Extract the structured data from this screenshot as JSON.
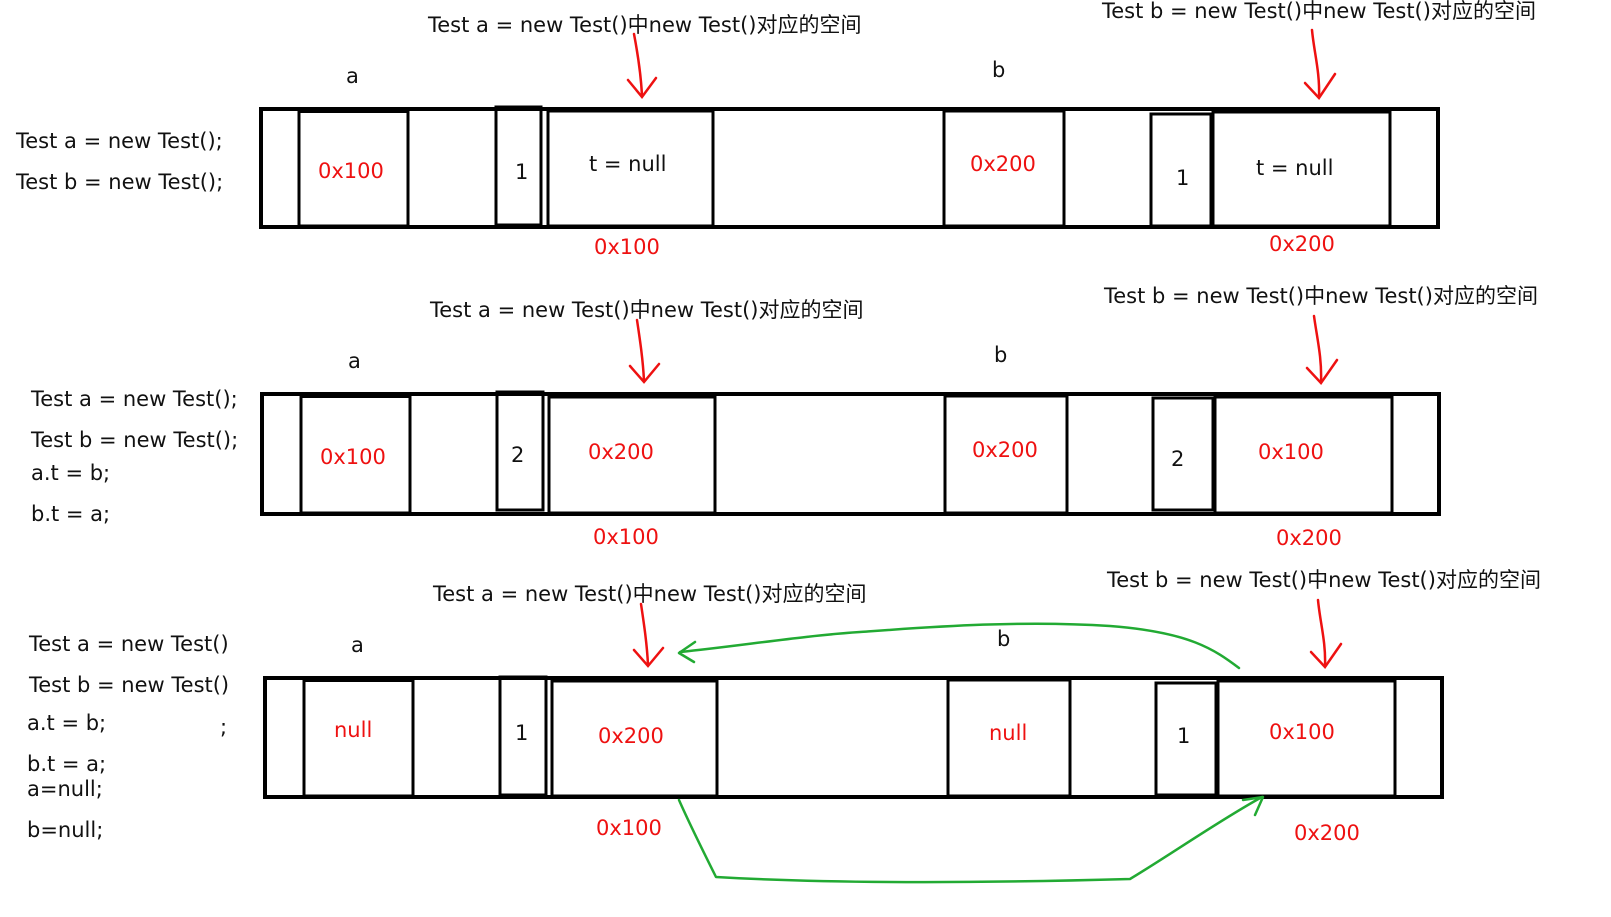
{
  "colors": {
    "annotation": "#ee1111",
    "cycle_arrow": "#22aa33",
    "outline": "#000000"
  },
  "panels": [
    {
      "code": [
        "Test a = new Test();",
        "Test b = new Test();"
      ],
      "header_a": "Test a = new Test()中new Test()对应的空间",
      "header_b": "Test b = new Test()中new Test()对应的空间",
      "var_a_label": "a",
      "var_b_label": "b",
      "stack_a": "0x100",
      "stack_b": "0x200",
      "count_a": "1",
      "field_a": "t = null",
      "count_b": "1",
      "field_b": "t = null",
      "addr_a": "0x100",
      "addr_b": "0x200"
    },
    {
      "code": [
        "Test a = new Test();",
        "Test b = new Test();",
        "a.t = b;",
        "b.t = a;"
      ],
      "header_a": "Test a = new Test()中new Test()对应的空间",
      "header_b": "Test b = new Test()中new Test()对应的空间",
      "var_a_label": "a",
      "var_b_label": "b",
      "stack_a": "0x100",
      "stack_b": "0x200",
      "count_a": "2",
      "field_a": "0x200",
      "count_b": "2",
      "field_b": "0x100",
      "addr_a": "0x100",
      "addr_b": "0x200"
    },
    {
      "code": [
        "Test a = new Test()",
        "Test b = new Test()",
        "a.t = b;",
        "b.t = a;",
        "a=null;",
        "b=null;"
      ],
      "stray_semicolon": ";",
      "header_a": "Test a = new Test()中new Test()对应的空间",
      "header_b": "Test b = new Test()中new Test()对应的空间",
      "var_a_label": "a",
      "var_b_label": "b",
      "stack_a": "null",
      "stack_b": "null",
      "count_a": "1",
      "field_a": "0x200",
      "count_b": "1",
      "field_b": "0x100",
      "addr_a": "0x100",
      "addr_b": "0x200"
    }
  ]
}
